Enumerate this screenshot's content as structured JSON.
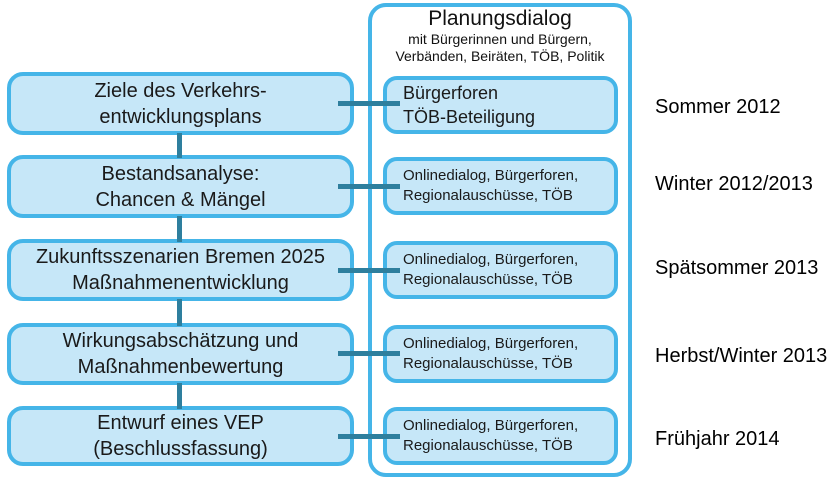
{
  "colors": {
    "box_border_blue": "#45b5e8",
    "box_fill_blue": "#c6e7f8",
    "connector_teal": "#2e7f9e",
    "text_dark": "#1a1a1a"
  },
  "dialog_panel": {
    "title": "Planungsdialog",
    "subtitle_line1": "mit Bürgerinnen und Bürgern,",
    "subtitle_line2": "Verbänden, Beiräten, TÖB, Politik"
  },
  "rows": [
    {
      "phase_line1": "Ziele des Verkehrs-",
      "phase_line2": "entwicklungsplans",
      "dialog_line1": "Bürgerforen",
      "dialog_line2": "TÖB-Beteiligung",
      "period": "Sommer 2012"
    },
    {
      "phase_line1": "Bestandsanalyse:",
      "phase_line2": "Chancen & Mängel",
      "dialog_line1": "Onlinedialog, Bürgerforen,",
      "dialog_line2": "Regionalauschüsse, TÖB",
      "period": "Winter 2012/2013"
    },
    {
      "phase_line1": "Zukunftsszenarien Bremen 2025",
      "phase_line2": "Maßnahmenentwicklung",
      "dialog_line1": "Onlinedialog, Bürgerforen,",
      "dialog_line2": "Regionalauschüsse, TÖB",
      "period": "Spätsommer 2013"
    },
    {
      "phase_line1": "Wirkungsabschätzung und",
      "phase_line2": "Maßnahmenbewertung",
      "dialog_line1": "Onlinedialog, Bürgerforen,",
      "dialog_line2": "Regionalauschüsse, TÖB",
      "period": "Herbst/Winter 2013"
    },
    {
      "phase_line1": "Entwurf eines VEP",
      "phase_line2": "(Beschlussfassung)",
      "dialog_line1": "Onlinedialog, Bürgerforen,",
      "dialog_line2": "Regionalauschüsse, TÖB",
      "period": "Frühjahr 2014"
    }
  ]
}
